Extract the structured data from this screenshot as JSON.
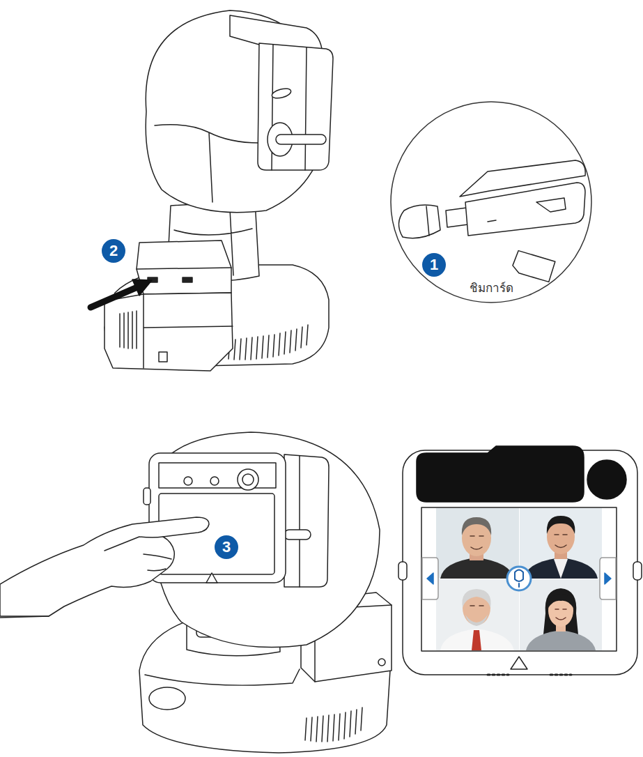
{
  "diagram": {
    "nodes": [
      {
        "text": [
          "2"
        ]
      },
      {
        "text": [
          "ชิมการ์ด"
        ]
      },
      {
        "text": [
          "1"
        ],
        "in": 1
      },
      {
        "text": [
          "3"
        ]
      }
    ]
  }
}
